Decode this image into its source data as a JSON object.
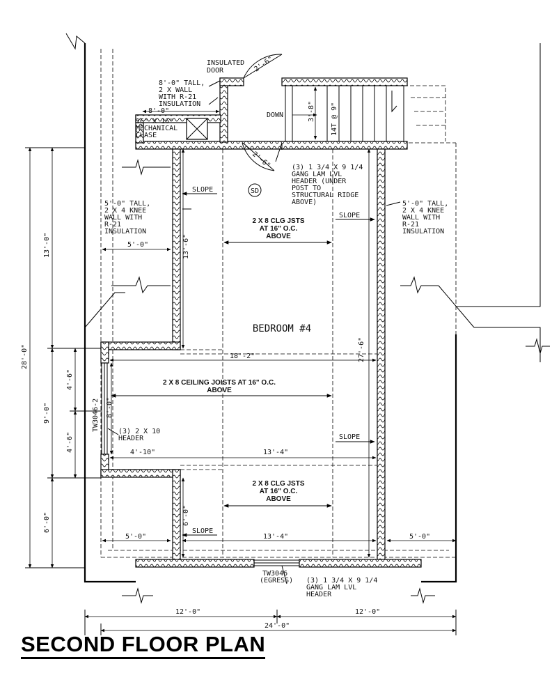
{
  "title": "SECOND FLOOR PLAN",
  "room": "BEDROOM #4",
  "notes": {
    "insulated_door": [
      "INSULATED",
      "DOOR"
    ],
    "door_width_top": "2'-6\"",
    "door_width_mid": "2'-6\"",
    "wall_8ft": [
      "8'-0\" TALL,",
      "2 X WALL",
      "WITH R-21",
      "INSULATION"
    ],
    "dim_8ft": "8'-0\"",
    "chase": [
      "16\" X 16\"",
      "MECHANICAL",
      "CHASE"
    ],
    "down": "DOWN",
    "stair_width": "3'-8\"",
    "stair_treads": "14T @ 9\"",
    "header_top": [
      "(3) 1 3/4 X 9 1/4",
      "GANG LAM LVL",
      "HEADER (UNDER",
      "POST TO",
      "STRUCTURAL RIDGE",
      "ABOVE)"
    ],
    "smoke_detector": "SD",
    "knee_left": [
      "5'-0\" TALL,",
      "2 X 4 KNEE",
      "WALL WITH",
      "R-21",
      "INSULATION"
    ],
    "knee_right": [
      "5'-0\" TALL,",
      "2 X 4 KNEE",
      "WALL WITH",
      "R-21",
      "INSULATION"
    ],
    "slope": "SLOPE",
    "jsts_top": [
      "2 X 8 CLG JSTS",
      "AT 16\" O.C.",
      "ABOVE"
    ],
    "jsts_mid": [
      "2 X 8 CEILING JOISTS AT 16\" O.C.",
      "ABOVE"
    ],
    "jsts_bot": [
      "2 X 8 CLG JSTS",
      "AT 16\" O.C.",
      "ABOVE"
    ],
    "window_side": "TW3046-2",
    "header_side": [
      "(3) 2 X 10",
      "HEADER"
    ],
    "window_bottom": [
      "TW3046",
      "(EGRESS)"
    ],
    "header_bottom": [
      "(3) 1 3/4 X 9 1/4",
      "GANG LAM LVL",
      "HEADER"
    ]
  },
  "dims": {
    "d5_0_left": "5'-0\"",
    "d13_6": "13'-6\"",
    "d18_2": "18'-2\"",
    "d27_6": "27'-6\"",
    "d8_0": "8'-0\"",
    "d4_10": "4'-10\"",
    "d13_4_mid": "13'-4\"",
    "d6_0_inner": "6'-0\"",
    "d5_0_bl": "5'-0\"",
    "d13_4_bot": "13'-4\"",
    "d5_0_br": "5'-0\"",
    "d12_0_left": "12'-0\"",
    "d12_0_right": "12'-0\"",
    "d24_0": "24'-0\"",
    "d28_0": "28'-0\"",
    "d13_0": "13'-0\"",
    "d9_0": "9'-0\"",
    "d6_0_outer": "6'-0\"",
    "d4_6_a": "4'-6\"",
    "d4_6_b": "4'-6\""
  }
}
